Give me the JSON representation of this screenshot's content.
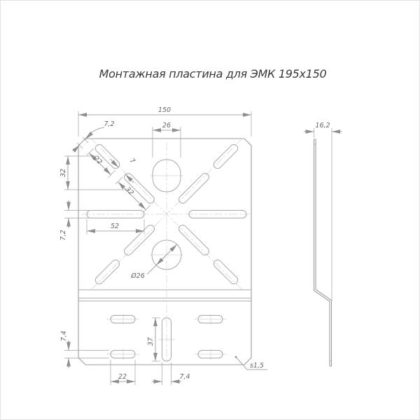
{
  "title": "Монтажная пластина для ЭМК 195х150",
  "drawing": {
    "type": "technical-drawing",
    "views": [
      "front",
      "side-profile"
    ],
    "front_view": {
      "dims": {
        "overall_width": "150",
        "top_hole_width": "26",
        "corner_slot_width": "7,2",
        "outer_diag_slot_length": "22",
        "inner_diag_slot_length": "32",
        "diag_slot_gap": "7",
        "diag_centers_vertical": "32",
        "horiz_slot_width": "7,2",
        "horiz_slot_length": "52",
        "bottom_hole_diameter": "Ø26",
        "bottom_slot_height": "7,4",
        "center_slot_length": "37",
        "bottom_slot_length": "22",
        "center_slot_width": "7,4",
        "sheet_thickness": "s1,5"
      }
    },
    "side_view": {
      "dims": {
        "bend_offset": "16,2"
      }
    },
    "colors": {
      "background": "#ffffff",
      "outline": "#9c9c9c",
      "dimension_lines": "#8f8f8f",
      "dimension_text": "#666666",
      "center_lines": "#d2d2d2",
      "title_text": "#3a3a3a",
      "frame_border": "#e2e2e2"
    }
  }
}
